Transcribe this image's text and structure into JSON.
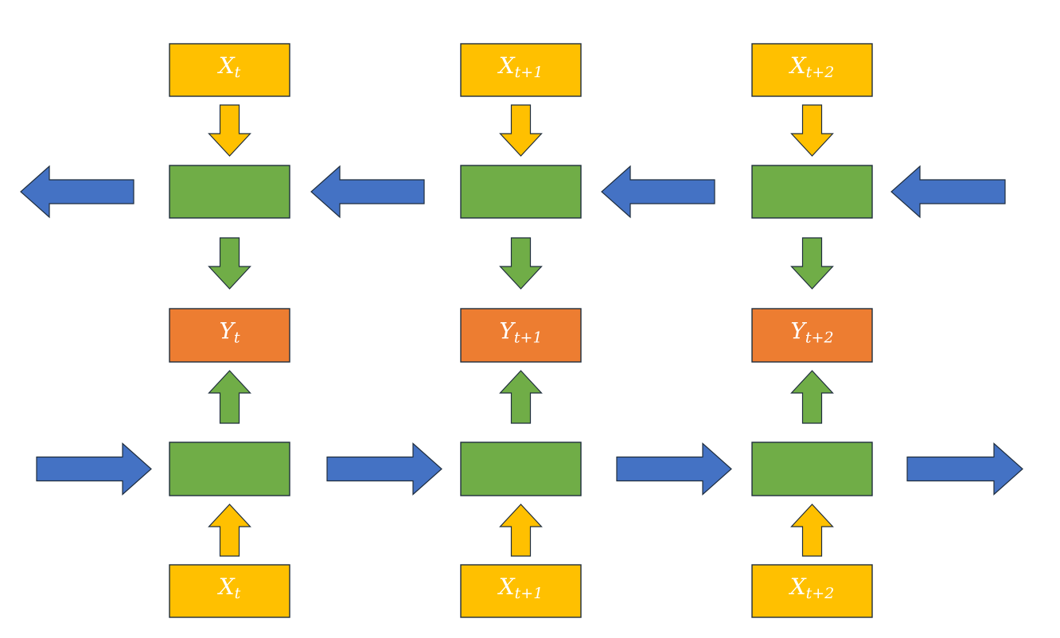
{
  "colors": {
    "input": "#ffc000",
    "hidden": "#70ad47",
    "output": "#ed7d31",
    "recurrent": "#4472c4",
    "outline": "#1f2d3d"
  },
  "columns": [
    {
      "top_input": {
        "base": "X",
        "sub": "t"
      },
      "output": {
        "base": "Y",
        "sub": "t"
      },
      "bottom_input": {
        "base": "X",
        "sub": "t"
      }
    },
    {
      "top_input": {
        "base": "X",
        "sub": "t+1"
      },
      "output": {
        "base": "Y",
        "sub": "t+1"
      },
      "bottom_input": {
        "base": "X",
        "sub": "t+1"
      }
    },
    {
      "top_input": {
        "base": "X",
        "sub": "t+2"
      },
      "output": {
        "base": "Y",
        "sub": "t+2"
      },
      "bottom_input": {
        "base": "X",
        "sub": "t+2"
      }
    }
  ]
}
